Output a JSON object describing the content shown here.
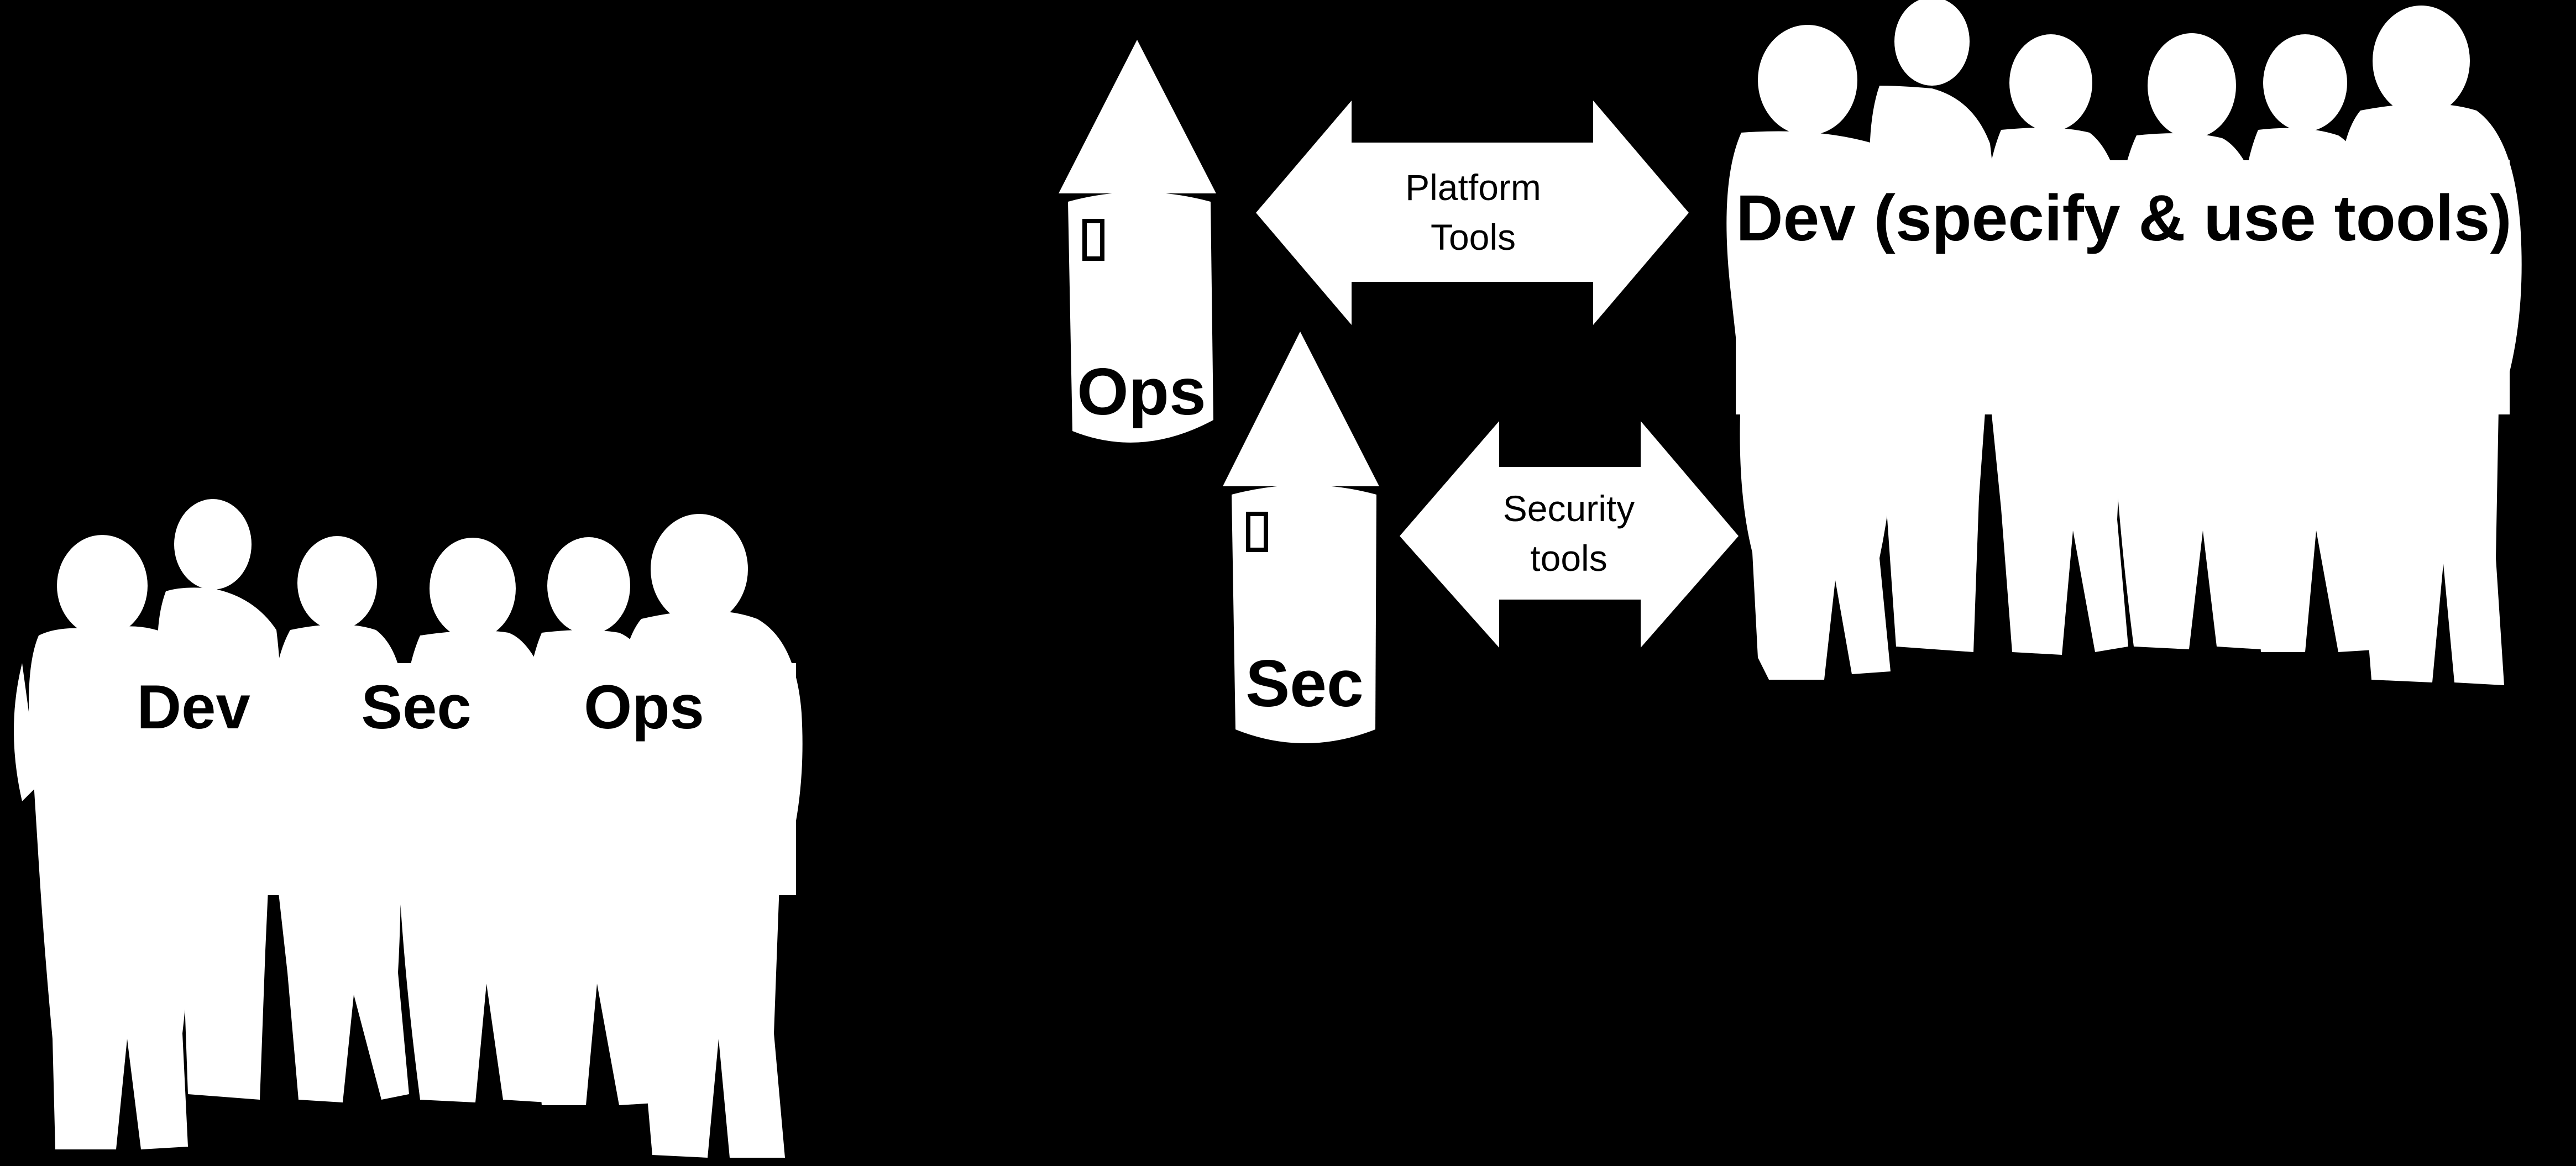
{
  "background_color": "#000000",
  "figure_color": "#ffffff",
  "text_color": "#000000",
  "combined_team": {
    "labels": [
      "Dev",
      "Sec",
      "Ops"
    ]
  },
  "silos": {
    "ops": {
      "label": "Ops"
    },
    "sec": {
      "label": "Sec"
    }
  },
  "arrows": {
    "platform": {
      "line1": "Platform",
      "line2": "Tools"
    },
    "security": {
      "line1": "Security",
      "line2": "tools"
    }
  },
  "dev_group": {
    "label": "Dev (specify & use tools)"
  },
  "icons": [
    "people-silhouette",
    "tower-silo",
    "double-headed-arrow"
  ]
}
